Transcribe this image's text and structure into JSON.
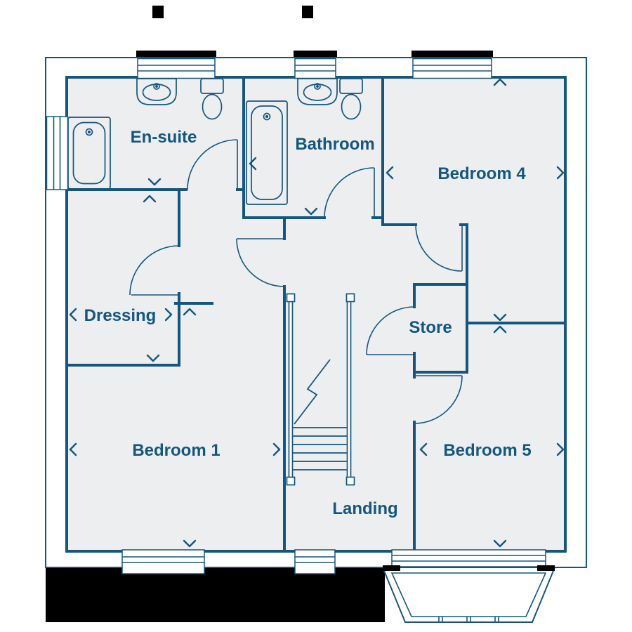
{
  "rooms": [
    {
      "id": "en-suite",
      "label": "En-suite"
    },
    {
      "id": "bathroom",
      "label": "Bathroom"
    },
    {
      "id": "bedroom-4",
      "label": "Bedroom 4"
    },
    {
      "id": "dressing",
      "label": "Dressing"
    },
    {
      "id": "store",
      "label": "Store"
    },
    {
      "id": "bedroom-1",
      "label": "Bedroom 1"
    },
    {
      "id": "bedroom-5",
      "label": "Bedroom 5"
    },
    {
      "id": "landing",
      "label": "Landing"
    }
  ],
  "colors": {
    "line": "#15567F",
    "floor": "#ECEEEF",
    "mass": "#000000",
    "background": "#FFFFFF"
  },
  "fixtures": [
    "bathtub",
    "wash-basin",
    "toilet",
    "staircase",
    "bay-window",
    "windows",
    "door-swings",
    "dimension-chevrons"
  ]
}
